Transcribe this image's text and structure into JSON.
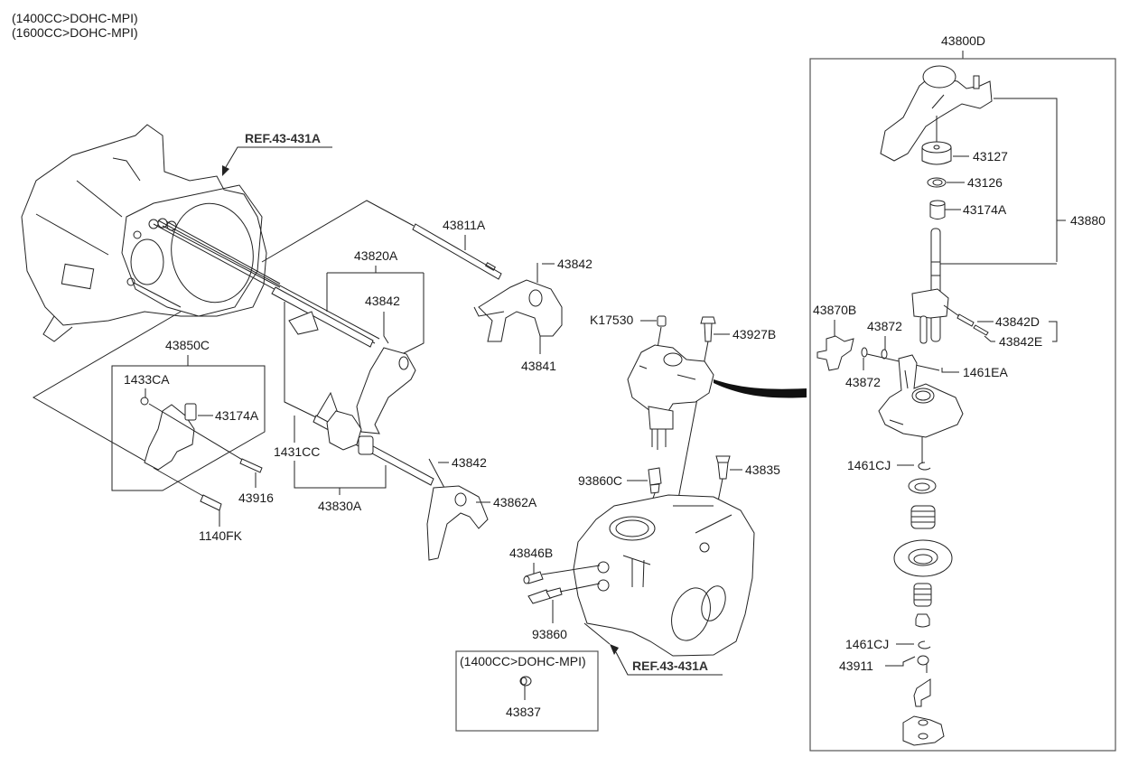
{
  "header": {
    "variants": [
      "(1400CC>DOHC-MPI)",
      "(1600CC>DOHC-MPI)"
    ]
  },
  "references": {
    "top": "REF.43-431A",
    "bottom": "REF.43-431A"
  },
  "labels": {
    "p43811A": "43811A",
    "p43842_top": "43842",
    "p43841": "43841",
    "p43820A": "43820A",
    "p43842_mid": "43842",
    "p43850C": "43850C",
    "p1433CA": "1433CA",
    "p43174A_left": "43174A",
    "p43916": "43916",
    "p1140FK": "1140FK",
    "p1431CC": "1431CC",
    "p43830A": "43830A",
    "p43842_low": "43842",
    "p43862A": "43862A",
    "pK17530": "K17530",
    "p43927B": "43927B",
    "p93860C": "93860C",
    "p43835": "43835",
    "p43846B": "43846B",
    "p93860": "93860",
    "p43837": "43837",
    "p43800D": "43800D",
    "p43127": "43127",
    "p43126": "43126",
    "p43174A_right": "43174A",
    "p43880": "43880",
    "p43870B": "43870B",
    "p43872_a": "43872",
    "p43872_b": "43872",
    "p43842D": "43842D",
    "p43842E": "43842E",
    "p1461EA": "1461EA",
    "p1461CJ_a": "1461CJ",
    "p1461CJ_b": "1461CJ",
    "p43911": "43911"
  },
  "inset": {
    "variant": "(1400CC>DOHC-MPI)"
  }
}
